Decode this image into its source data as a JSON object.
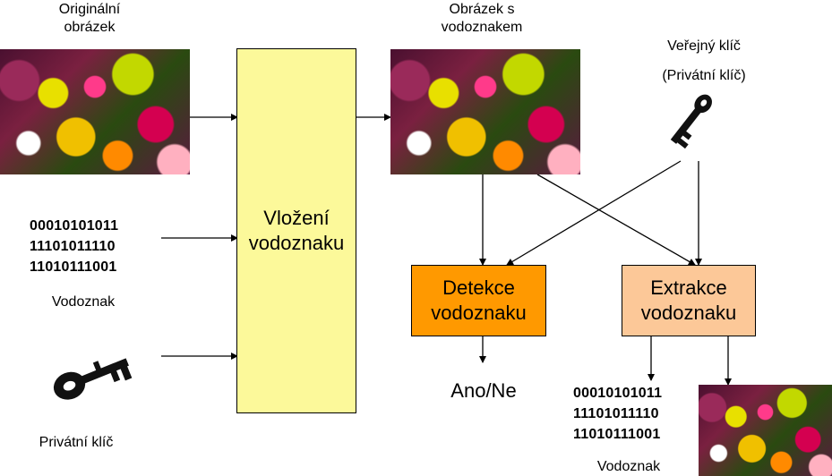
{
  "labels": {
    "original_image": "Originální\nobrázek",
    "watermarked_image": "Obrázek s\nvodoznakem",
    "public_key": "Veřejný  klíč",
    "private_key_paren": "(Privátní klíč)",
    "watermark_left": "Vodoznak",
    "private_key_left": "Privátní klíč",
    "answer": "Ano/Ne",
    "watermark_bottom": "Vodoznak"
  },
  "bits": [
    "00010101011",
    "11101011110",
    "11010111001"
  ],
  "boxes": {
    "embed": "Vložení\nvodoznaku",
    "detect": "Detekce\nvodoznaku",
    "extract": "Extrakce\nvodoznaku"
  },
  "colors": {
    "embed_box": "#fcf99a",
    "detect_box": "#ff9900",
    "extract_box": "#fcc898"
  }
}
